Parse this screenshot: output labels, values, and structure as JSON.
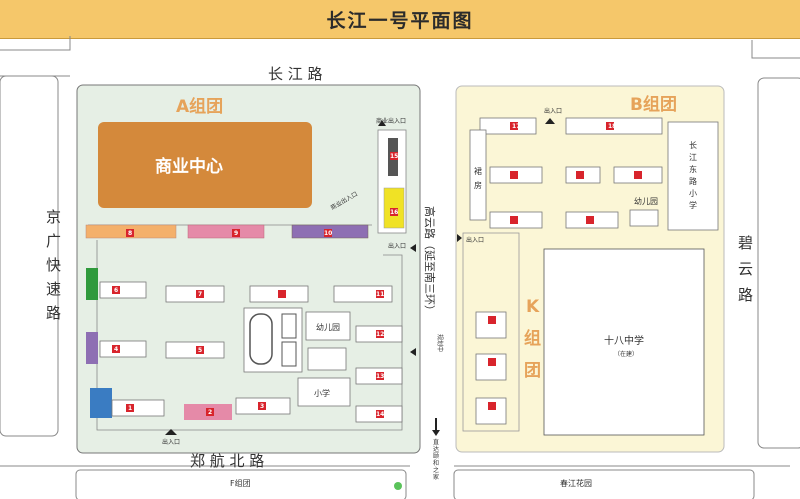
{
  "title": "长江一号平面图",
  "roads": {
    "north": "长 江 路",
    "south": "郑 航 北 路",
    "west": [
      "京",
      "广",
      "快",
      "速",
      "路"
    ],
    "east": [
      "碧",
      "云",
      "路"
    ],
    "middle": "高云路（延至南三环）",
    "middle_note": "规划中"
  },
  "groups": {
    "a": "A组团",
    "b": "B组团",
    "k": [
      "K",
      "组",
      "团"
    ],
    "f": "F组团",
    "neighbor": "春江花园"
  },
  "labels": {
    "commercial_center": "商业中心",
    "commercial_entrance": "商业出入口",
    "entrance": "出入口",
    "kindergarten_a": "幼儿园",
    "kindergarten_b": "幼儿园",
    "primary_school_a": "小学",
    "changjiang_school": [
      "长",
      "江",
      "东",
      "路",
      "小",
      "学"
    ],
    "skirt_building": [
      "裙",
      "房"
    ],
    "middle_school": "十八中学",
    "middle_school_note": "（在建）",
    "direct_to": [
      "直",
      "达",
      "颐",
      "和",
      "之",
      "家"
    ]
  },
  "building_numbers": [
    "1",
    "2",
    "3",
    "4",
    "5",
    "6",
    "7",
    "8",
    "9",
    "10",
    "11",
    "12",
    "13",
    "14",
    "15",
    "16",
    "17",
    "18"
  ],
  "colors": {
    "title_bar": "#f5c76a",
    "group_a_bg": "#e6efe5",
    "group_b_bg": "#fbf6d6",
    "commercial": "#d4893b",
    "building_red": "#d8242c",
    "green": "#2f9a3c",
    "blue": "#3a7cc2",
    "purple": "#8e6fb3",
    "yellow": "#f0e225",
    "orange": "#f4b06b",
    "pink": "#e58aa8",
    "group_label": "#e6a35a"
  }
}
